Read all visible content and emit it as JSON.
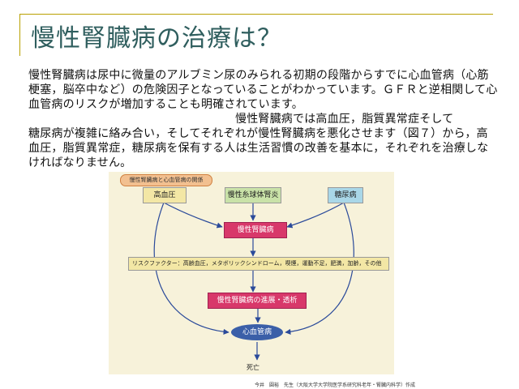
{
  "slide": {
    "title": "慢性腎臓病の治療は？",
    "paragraph1": "慢性腎臓病は尿中に微量のアルブミン尿のみられる初期の段階からすでに心血管病（心筋梗塞，脳卒中など）の危険因子となっていることがわかっています。ＧＦＲと逆相関して心血管病のリスクが増加することも明確されています。",
    "paragraph2_start": "慢性腎臓病では高血圧，脂質異常症そして",
    "paragraph2_rest": "糖尿病が複雑に絡み合い，そしてそれぞれが慢性腎臓病を悪化させます（図７）から，高血圧，脂質異常症，糖尿病を保有する人は生活習慣の改善を基本に，それぞれを治療しなければなりません。"
  },
  "diagram": {
    "header_tab": "慢性腎臓病と心血管病の関係",
    "cause_hbp": "高血圧",
    "cause_lifestyle": "慢性糸球体腎炎",
    "cause_dm": "糖尿病",
    "ckd": "慢性腎臓病",
    "risk_factors": "リスクファクター：高齢血圧，メタボリックシンドローム，喫煙，運動不足，肥満，加齢，その他",
    "progression": "慢性腎臓病の進展・透析",
    "cvd": "心血管病",
    "death": "死亡",
    "colors": {
      "pink": "#d8386a",
      "navy": "#3b5fa8",
      "yellow": "#f3e7a5",
      "green": "#c9e2a8",
      "blue": "#a9d7e8"
    }
  },
  "citation": "今井　圓裕　先生（大阪大学大学院医学系研究科老年・腎臓内科学）作成"
}
